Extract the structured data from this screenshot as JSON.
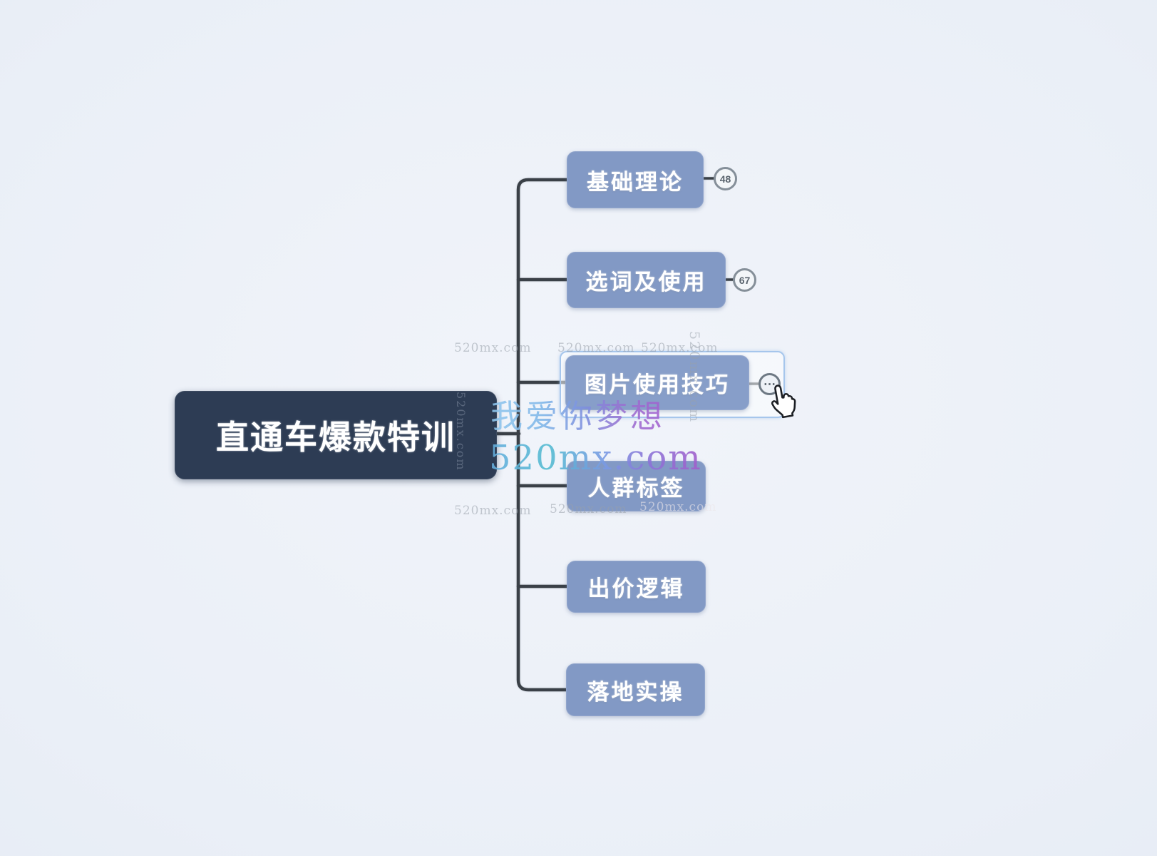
{
  "root": {
    "label": "直通车爆款特训"
  },
  "children": [
    {
      "label": "基础理论",
      "badge": "48"
    },
    {
      "label": "选词及使用",
      "badge": "67"
    },
    {
      "label": "图片使用技巧",
      "selected": true,
      "collapse_icon": "⋯"
    },
    {
      "label": "人群标签"
    },
    {
      "label": "出价逻辑"
    },
    {
      "label": "落地实操"
    }
  ],
  "watermarks": {
    "site": "520mx.com",
    "slogan": "我爱你梦想"
  },
  "colors": {
    "background": "#e9eef6",
    "root_fill": "#2d3c54",
    "child_fill": "#8299c5",
    "connector": "#3a4047",
    "selection_outline": "#a6c6ec",
    "watermark_gradient_start": "#68aede",
    "watermark_gradient_end": "#a35ecb"
  }
}
